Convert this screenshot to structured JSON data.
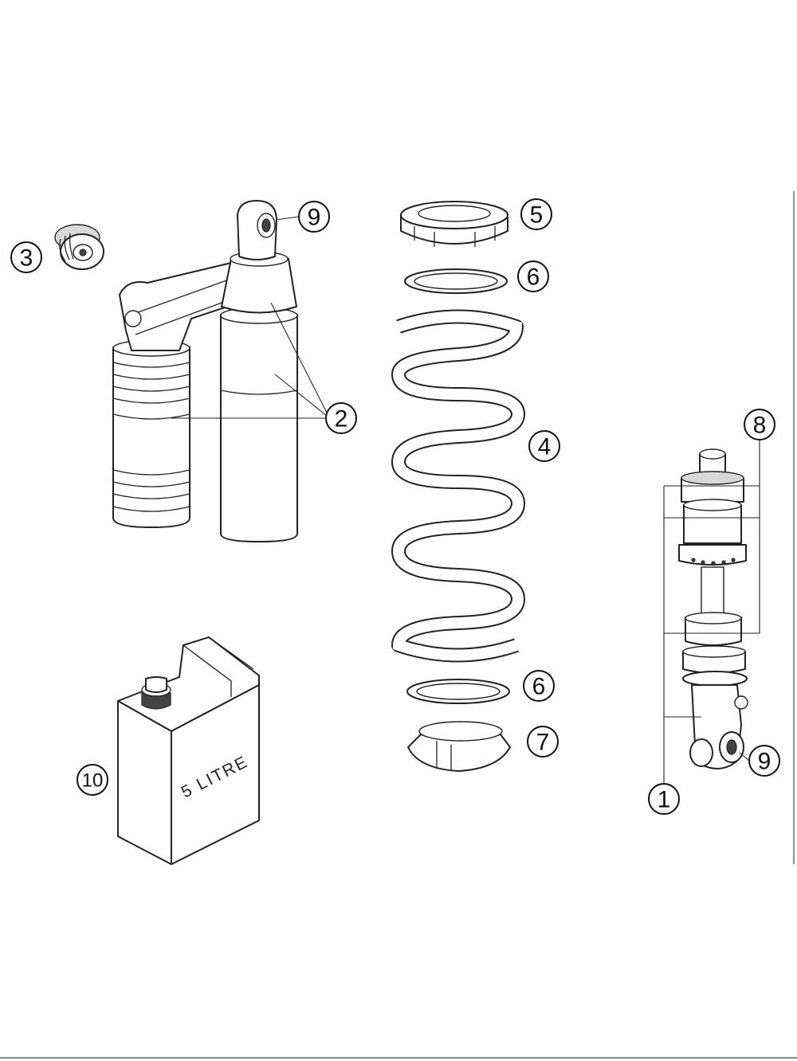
{
  "callouts": {
    "c1": "1",
    "c2": "2",
    "c3": "3",
    "c4": "4",
    "c5": "5",
    "c6a": "6",
    "c6b": "6",
    "c7": "7",
    "c8": "8",
    "c9a": "9",
    "c9b": "9",
    "c10": "10"
  },
  "oil_can": {
    "label": "5 LITRE"
  }
}
